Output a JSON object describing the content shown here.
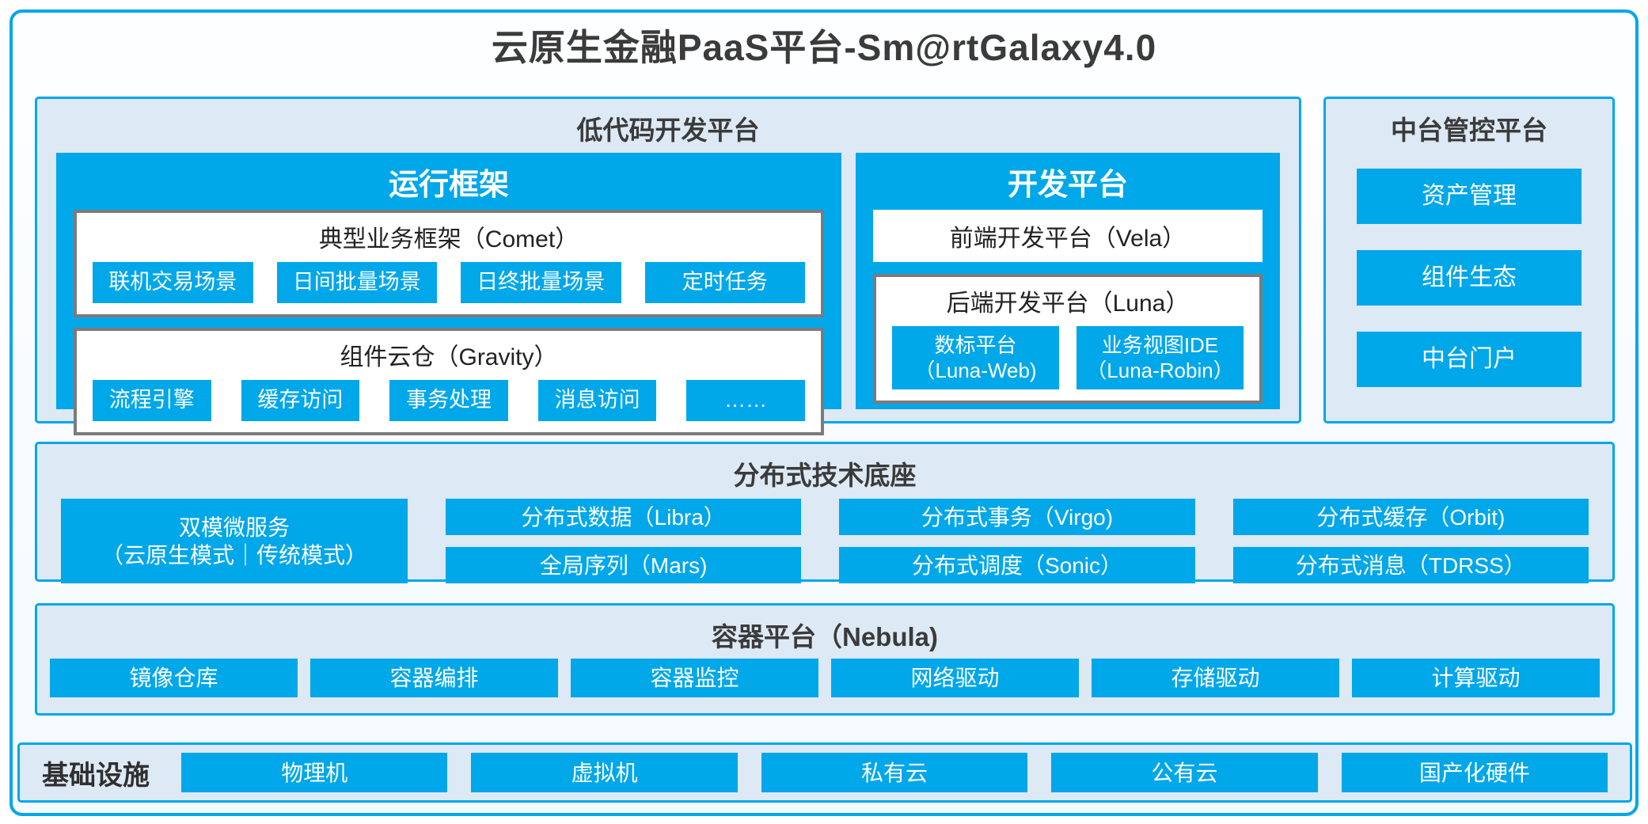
{
  "title": "云原生金融PaaS平台-Sm@rtGalaxy4.0",
  "colors": {
    "accent": "#00A7E9",
    "section_bg": "#DDE9F5",
    "border_gray": "#7B7B7B",
    "text_dark": "#3B3B3B"
  },
  "low_code": {
    "title": "低代码开发平台",
    "runtime": {
      "title": "运行框架",
      "comet": {
        "title": "典型业务框架（Comet）",
        "items": [
          "联机交易场景",
          "日间批量场景",
          "日终批量场景",
          "定时任务"
        ]
      },
      "gravity": {
        "title": "组件云仓（Gravity）",
        "items": [
          "流程引擎",
          "缓存访问",
          "事务处理",
          "消息访问",
          "……"
        ]
      }
    },
    "dev": {
      "title": "开发平台",
      "vela_label": "前端开发平台（Vela）",
      "luna": {
        "title": "后端开发平台（Luna）",
        "items": [
          {
            "line1": "数标平台",
            "line2": "（Luna-Web)"
          },
          {
            "line1": "业务视图IDE",
            "line2": "（Luna-Robin）"
          }
        ]
      }
    }
  },
  "mid_platform": {
    "title": "中台管控平台",
    "items": [
      "资产管理",
      "组件生态",
      "中台门户"
    ]
  },
  "distributed": {
    "title": "分布式技术底座",
    "big": {
      "line1": "双模微服务",
      "line2": "（云原生模式｜传统模式）"
    },
    "columns": [
      [
        "分布式数据（Libra）",
        "全局序列（Mars)"
      ],
      [
        "分布式事务（Virgo)",
        "分布式调度（Sonic）"
      ],
      [
        "分布式缓存（Orbit)",
        "分布式消息（TDRSS）"
      ]
    ]
  },
  "container_platform": {
    "title": "容器平台（Nebula)",
    "items": [
      "镜像仓库",
      "容器编排",
      "容器监控",
      "网络驱动",
      "存储驱动",
      "计算驱动"
    ]
  },
  "infrastructure": {
    "title": "基础设施",
    "items": [
      "物理机",
      "虚拟机",
      "私有云",
      "公有云",
      "国产化硬件"
    ]
  }
}
